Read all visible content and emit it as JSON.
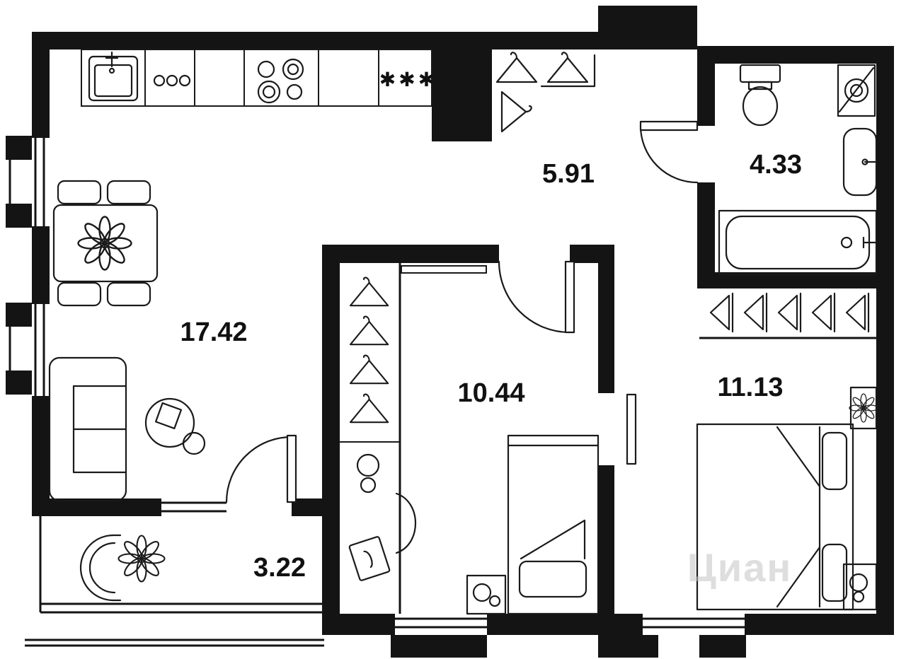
{
  "floorplan": {
    "rooms": {
      "living_kitchen": {
        "area": "17.42"
      },
      "hallway": {
        "area": "5.91"
      },
      "bathroom": {
        "area": "4.33"
      },
      "bedroom_small": {
        "area": "10.44"
      },
      "bedroom_large": {
        "area": "11.13"
      },
      "balcony": {
        "area": "3.22"
      }
    },
    "symbols": {
      "fridge_stars": "✱✱✱"
    },
    "watermark": "Циан",
    "colors": {
      "wall": "#141414",
      "furniture_line": "#1a1a1a",
      "background": "#ffffff",
      "watermark": "#c4c4c4"
    }
  }
}
